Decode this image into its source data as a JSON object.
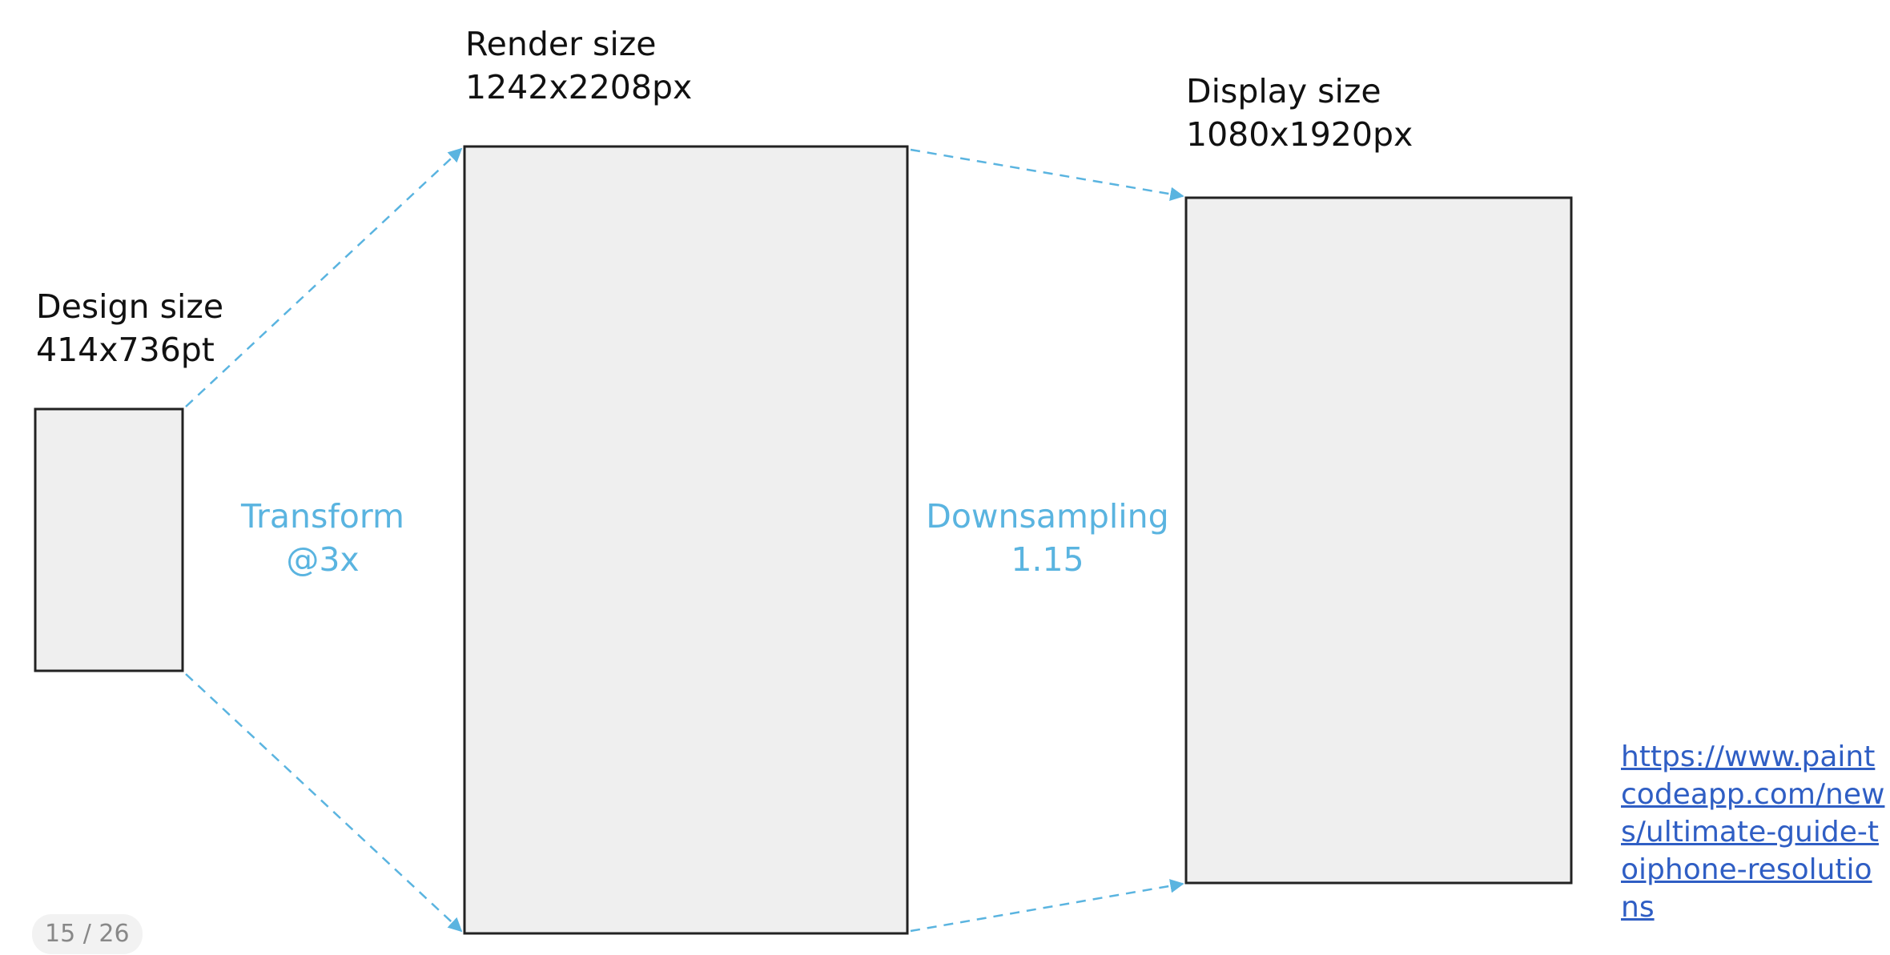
{
  "slide": {
    "boxes": [
      {
        "id": "design",
        "title": "Design size",
        "size": "414x736pt"
      },
      {
        "id": "render",
        "title": "Render size",
        "size": "1242x2208px"
      },
      {
        "id": "display",
        "title": "Display size",
        "size": "1080x1920px"
      }
    ],
    "operations": [
      {
        "id": "transform",
        "name": "Transform",
        "value": "@3x"
      },
      {
        "id": "downsampling",
        "name": "Downsampling",
        "value": "1.15"
      }
    ],
    "link": "https://www.paintcodeapp.com/news/ultimate-guide-toiphone-resolutions",
    "page_counter": "15 / 26"
  },
  "colors": {
    "arrow": "#5ab4e0",
    "box_fill": "#efefef",
    "box_stroke": "#222222",
    "link": "#2f5ec4"
  }
}
